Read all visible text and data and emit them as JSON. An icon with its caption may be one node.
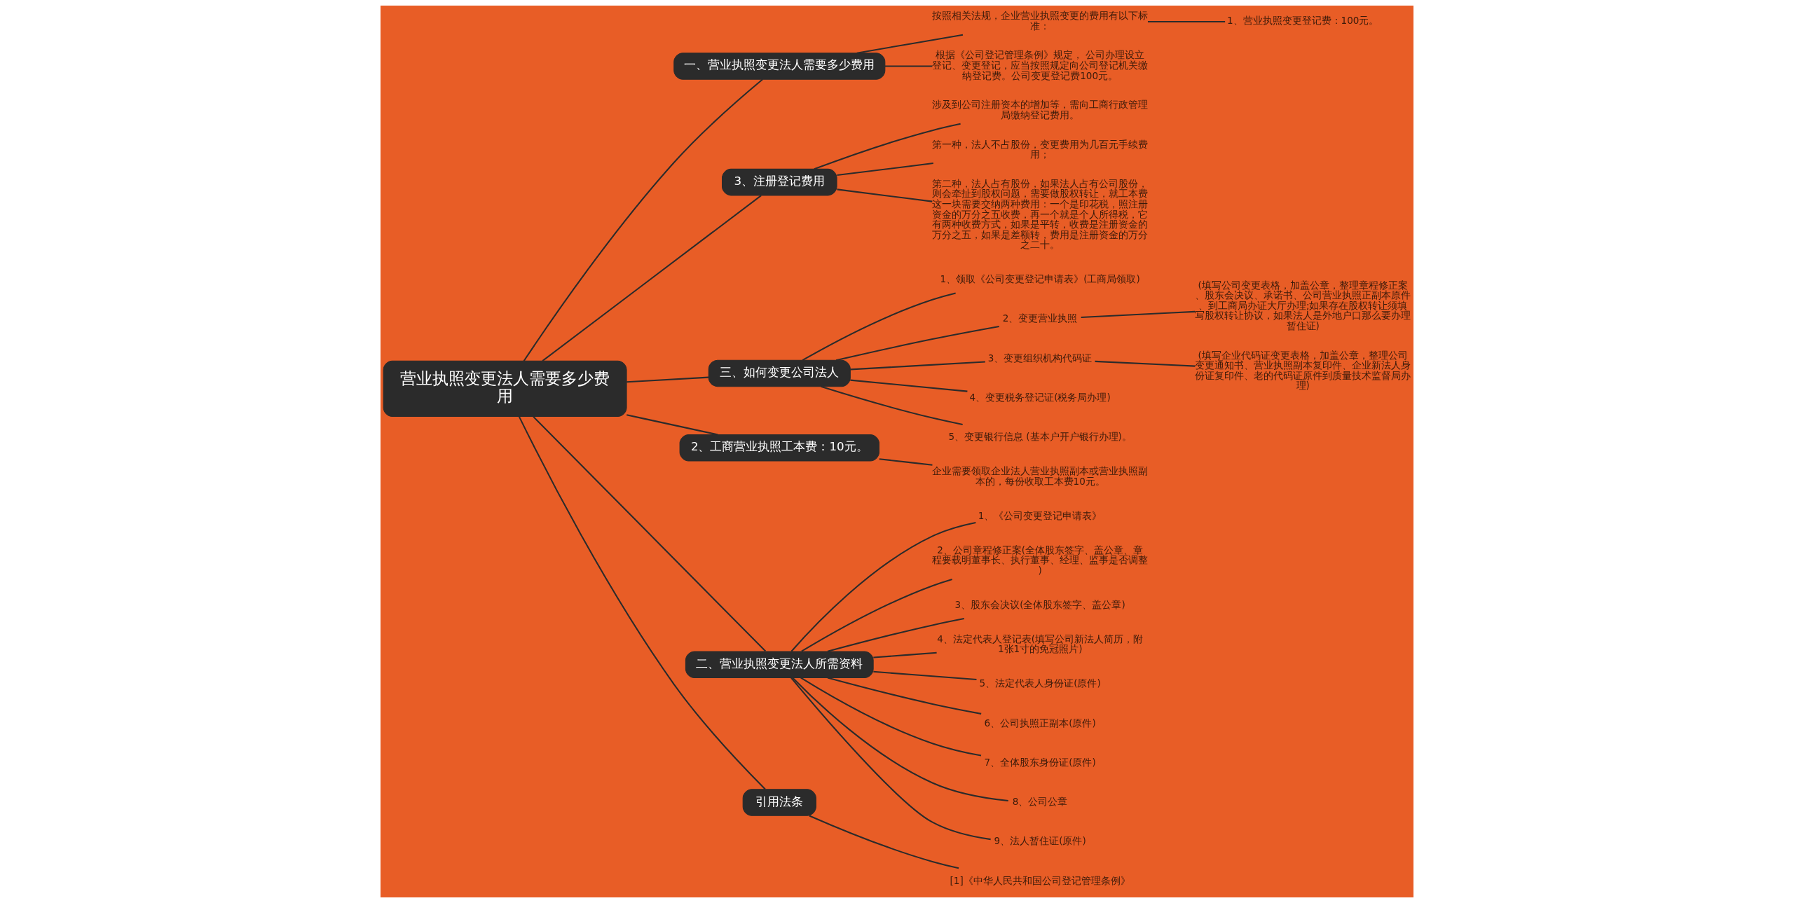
{
  "diagram": {
    "nodes": [
      {
        "text": [
          "营业执照变更法人需要多少费用"
        ]
      },
      {
        "text": [
          "一、营业执照变更法人需要多少费用"
        ]
      },
      {
        "text": [
          "按照相关法规，企业营业执照变更的费用有以下标准："
        ]
      },
      {
        "text": [
          "1、营业执照变更登记费：100元。"
        ]
      },
      {
        "text": [
          "根据《公司登记管理条例》规定， 公司办理设立登记、变更登记，应当按照规定向公司登记机关缴纳登记费。公司变更登记费100元。"
        ]
      },
      {
        "text": [
          "3、注册登记费用"
        ]
      },
      {
        "text": [
          "涉及到公司注册资本的增加等，需向工商行政管理局缴纳登记费用。"
        ]
      },
      {
        "text": [
          "第一种，法人不占股份，变更费用为几百元手续费用；"
        ]
      },
      {
        "text": [
          "第二种，法人占有股份，如果法人占有公司股份，则会牵扯到股权问题，需要做股权转让，就工本费这一块需要交纳两种费用：一个是印花税，照注册资金的万分之五收费，再一个就是个人所得税，它有两种收费方式，如果是平转，收费是注册资金的万分之五，如果是差额转，费用是注册资金的万分之二十。"
        ]
      },
      {
        "text": [
          "三、如何变更公司法人"
        ]
      },
      {
        "text": [
          "1、领取《公司变更登记申请表》(工商局领取)"
        ]
      },
      {
        "text": [
          "2、变更营业执照"
        ]
      },
      {
        "text": [
          "(填写公司变更表格，加盖公章，整理章程修正案、股东会决议、承诺书、公司营业执照正副本原件、到工商局办证大厅办理;如果存在股权转让须填写股权转让协议，如果法人是外地户口那么要办理暂住证)"
        ]
      },
      {
        "text": [
          "3、变更组织机构代码证"
        ]
      },
      {
        "text": [
          "(填写企业代码证变更表格，加盖公章，整理公司变更通知书、营业执照副本复印件、企业新法人身份证复印件、老的代码证原件到质量技术监督局办理)"
        ]
      },
      {
        "text": [
          "4、变更税务登记证(税务局办理)"
        ]
      },
      {
        "text": [
          "5、变更银行信息 (基本户开户银行办理)。"
        ]
      },
      {
        "text": [
          "2、工商营业执照工本费：10元。"
        ]
      },
      {
        "text": [
          "企业需要领取企业法人营业执照副本或营业执照副本的，每份收取工本费10元。"
        ]
      },
      {
        "text": [
          "二、营业执照变更法人所需资料"
        ]
      },
      {
        "text": [
          "1、《公司变更登记申请表》"
        ]
      },
      {
        "text": [
          "2、公司章程修正案(全体股东签字、盖公章、章程要载明董事长、执行董事、经理、监事是否调整)"
        ]
      },
      {
        "text": [
          "3、股东会决议(全体股东签字、盖公章)"
        ]
      },
      {
        "text": [
          "4、法定代表人登记表(填写公司新法人简历，附1张1寸的免冠照片)"
        ]
      },
      {
        "text": [
          "5、法定代表人身份证(原件)"
        ]
      },
      {
        "text": [
          "6、公司执照正副本(原件)"
        ]
      },
      {
        "text": [
          "7、全体股东身份证(原件)"
        ]
      },
      {
        "text": [
          "8、公司公章"
        ]
      },
      {
        "text": [
          "9、法人暂住证(原件)"
        ]
      },
      {
        "text": [
          "引用法条"
        ]
      },
      {
        "text": [
          "[1]《中华人民共和国公司登记管理条例》"
        ]
      }
    ],
    "edges": [
      {
        "from": 0,
        "to": 1,
        "arrow": "none"
      },
      {
        "from": 1,
        "to": 2,
        "arrow": "none"
      },
      {
        "from": 2,
        "to": 3,
        "arrow": "none"
      },
      {
        "from": 1,
        "to": 4,
        "arrow": "none"
      },
      {
        "from": 0,
        "to": 5,
        "arrow": "none"
      },
      {
        "from": 5,
        "to": 6,
        "arrow": "none"
      },
      {
        "from": 5,
        "to": 7,
        "arrow": "none"
      },
      {
        "from": 5,
        "to": 8,
        "arrow": "none"
      },
      {
        "from": 0,
        "to": 9,
        "arrow": "none"
      },
      {
        "from": 9,
        "to": 10,
        "arrow": "none"
      },
      {
        "from": 9,
        "to": 11,
        "arrow": "none"
      },
      {
        "from": 11,
        "to": 12,
        "arrow": "none"
      },
      {
        "from": 9,
        "to": 13,
        "arrow": "none"
      },
      {
        "from": 13,
        "to": 14,
        "arrow": "none"
      },
      {
        "from": 9,
        "to": 15,
        "arrow": "none"
      },
      {
        "from": 9,
        "to": 16,
        "arrow": "none"
      },
      {
        "from": 0,
        "to": 17,
        "arrow": "none"
      },
      {
        "from": 17,
        "to": 18,
        "arrow": "none"
      },
      {
        "from": 0,
        "to": 19,
        "arrow": "none"
      },
      {
        "from": 19,
        "to": 20,
        "arrow": "none"
      },
      {
        "from": 19,
        "to": 21,
        "arrow": "none"
      },
      {
        "from": 19,
        "to": 22,
        "arrow": "none"
      },
      {
        "from": 19,
        "to": 23,
        "arrow": "none"
      },
      {
        "from": 19,
        "to": 24,
        "arrow": "none"
      },
      {
        "from": 19,
        "to": 25,
        "arrow": "none"
      },
      {
        "from": 19,
        "to": 26,
        "arrow": "none"
      },
      {
        "from": 19,
        "to": 27,
        "arrow": "none"
      },
      {
        "from": 19,
        "to": 28,
        "arrow": "none"
      },
      {
        "from": 0,
        "to": 29,
        "arrow": "none"
      },
      {
        "from": 29,
        "to": 30,
        "arrow": "none"
      }
    ]
  }
}
